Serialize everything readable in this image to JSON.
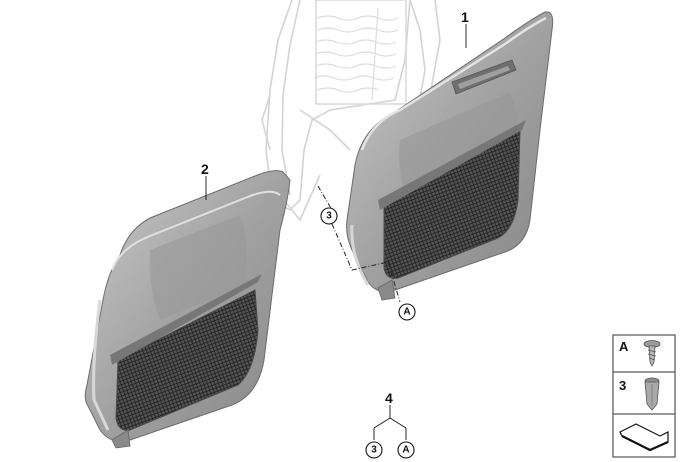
{
  "callouts": {
    "part_1": "1",
    "part_2": "2",
    "ref_3_main": "3",
    "ref_A_main": "A",
    "part_4": "4",
    "part_4_ref_3": "3",
    "part_4_ref_A": "A"
  },
  "legend": {
    "rows": [
      {
        "label": "A",
        "icon": "screw-icon"
      },
      {
        "label": "3",
        "icon": "plastic-nut-icon"
      },
      {
        "label": "",
        "icon": "carpet-symbol-icon"
      }
    ]
  },
  "colors": {
    "panel_fill": "#a9a9a9",
    "panel_dark": "#7e7e7e",
    "panel_light": "#cdcdcd",
    "frame_ghost": "#d6d6d6",
    "net": "#3a3a3a"
  }
}
